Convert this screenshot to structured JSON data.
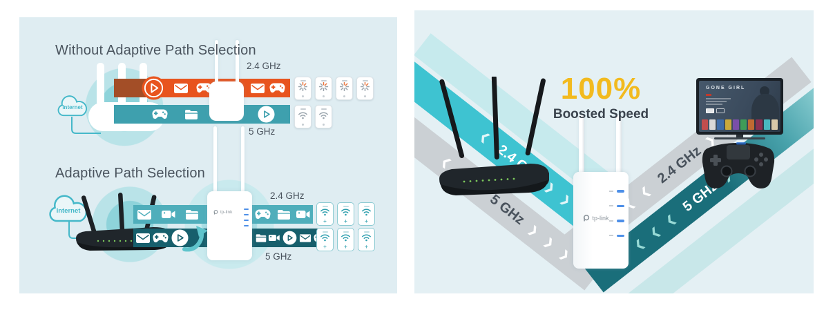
{
  "left_panel": {
    "without": {
      "title": "Without Adaptive Path Selection",
      "internet_label": "Internet",
      "band_24": {
        "label": "2.4 GHz",
        "icons_before": [
          "play-badge",
          "mail",
          "gamepad"
        ],
        "icons_after": [
          "mail",
          "gamepad"
        ],
        "devices": {
          "count": 4,
          "icon": "spinner",
          "variant": "plain"
        }
      },
      "band_5": {
        "label": "5 GHz",
        "icons_before": [
          "gamepad",
          "folder"
        ],
        "icons_after": [
          "play"
        ],
        "devices": {
          "count": 2,
          "icon": "wifi",
          "variant": "plain"
        }
      }
    },
    "adaptive": {
      "title": "Adaptive Path Selection",
      "internet_label": "Internet",
      "band_24": {
        "label": "2.4 GHz",
        "icons_before": [
          "mail",
          "camera",
          "folder"
        ],
        "icons_after": [
          "gamepad",
          "folder",
          "camera"
        ],
        "devices": {
          "count": 3,
          "icon": "wifi",
          "variant": "teal"
        }
      },
      "band_5": {
        "label": "5 GHz",
        "icons_before": [
          "mail",
          "gamepad",
          "play"
        ],
        "icons_after": [
          "folder",
          "camera",
          "play",
          "mail",
          "gamepad"
        ],
        "devices": {
          "count": 3,
          "icon": "wifi",
          "variant": "teal"
        }
      }
    }
  },
  "right_panel": {
    "headline": "100%",
    "subheadline": "Boosted Speed",
    "tx_arm": {
      "band_24": {
        "label": "2.4 GHz",
        "chevrons_before": "❮",
        "chevrons_after": "❯ ❯"
      },
      "band_5": {
        "label": "5 GHz",
        "chevrons_before": "❮ ❮ ❮",
        "chevrons_after": "❯ ❯ ❯"
      }
    },
    "rx_arm": {
      "band_24": {
        "label": "2.4 GHz",
        "chevrons_before": "❮ ❮",
        "chevrons_after": "❯ ❯ ❯"
      },
      "band_5": {
        "label": "5 GHz",
        "chevrons_before": "❮ ❮ ❮",
        "chevrons_after": "❯"
      }
    },
    "extender_logo": "tp-link",
    "tv_title": "GONE GIRL"
  },
  "colors": {
    "orange": "#E8541E",
    "teal": "#3EA0AE",
    "teal_light": "#4FAEBB",
    "teal_dark": "#175F6C",
    "turquoise": "#3EC3D1",
    "gray_band": "#CBD0D4",
    "dark_band": "#1A6E7A",
    "yellow": "#F2BA1E",
    "panel_bg": "#DFEDF2"
  }
}
